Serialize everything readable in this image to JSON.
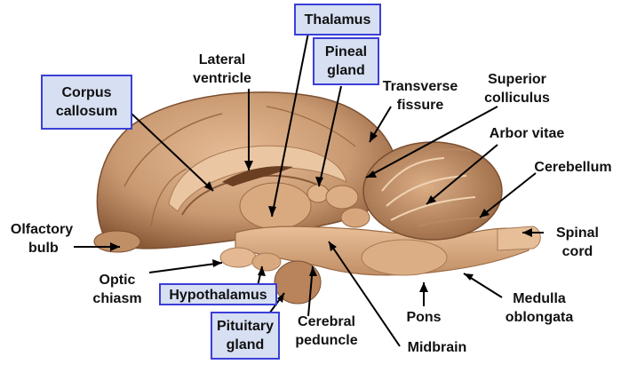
{
  "diagram": {
    "colors": {
      "brain_base": "#c99a72",
      "brain_light": "#e2b48c",
      "brain_dark": "#8a5a38",
      "box_fill": "#d7dff3",
      "box_border": "#3a3fd6",
      "arrow": "#000000"
    },
    "labels": {
      "thalamus": "Thalamus",
      "pineal_1": "Pineal",
      "pineal_2": "gland",
      "lateral_1": "Lateral",
      "lateral_2": "ventricle",
      "corpus_1": "Corpus",
      "corpus_2": "callosum",
      "transverse_1": "Transverse",
      "transverse_2": "fissure",
      "superior_1": "Superior",
      "superior_2": "colliculus",
      "arbor": "Arbor vitae",
      "cerebellum": "Cerebellum",
      "olfactory_1": "Olfactory",
      "olfactory_2": "bulb",
      "spinal_1": "Spinal",
      "spinal_2": "cord",
      "optic_1": "Optic",
      "optic_2": "chiasm",
      "hypothalamus": "Hypothalamus",
      "medulla_1": "Medulla",
      "medulla_2": "oblongata",
      "pituitary_1": "Pituitary",
      "pituitary_2": "gland",
      "cerebral_1": "Cerebral",
      "cerebral_2": "peduncle",
      "pons": "Pons",
      "midbrain": "Midbrain"
    }
  }
}
